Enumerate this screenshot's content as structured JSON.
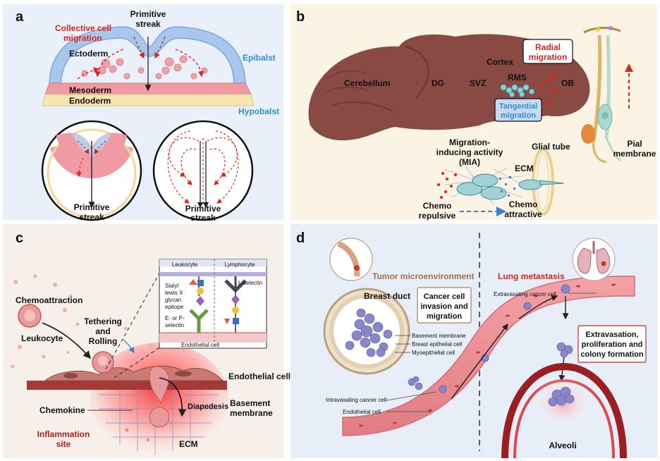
{
  "panel_a": {
    "letter": "a",
    "collective_line1": "Collective cell",
    "collective_line2": "migration",
    "primitive_streak_top_1": "Primitive",
    "primitive_streak_top_2": "streak",
    "ectoderm": "Ectoderm",
    "epiblast": "Epibalst",
    "mesoderm": "Mesoderm",
    "endoderm": "Endoderm",
    "hypoblast": "Hypobalst",
    "circle1_label_1": "Primitive",
    "circle1_label_2": "streak",
    "circle2_label_1": "Primitive",
    "circle2_label_2": "streak"
  },
  "panel_b": {
    "letter": "b",
    "cerebellum": "Cerebellum",
    "cortex": "Cortex",
    "dg": "DG",
    "svz": "SVZ",
    "rms": "RMS",
    "ob": "OB",
    "radial_1": "Radial",
    "radial_2": "migration",
    "tangential_1": "Tangential",
    "tangential_2": "migration",
    "pial_1": "Pial",
    "pial_2": "membrane",
    "mia_1": "Migration-",
    "mia_2": "inducing activity",
    "mia_3": "(MIA)",
    "glial_tube": "Glial tube",
    "ecm": "ECM",
    "chemo_rep_1": "Chemo",
    "chemo_rep_2": "repulsive",
    "chemo_att_1": "Chemo",
    "chemo_att_2": "attractive"
  },
  "panel_c": {
    "letter": "c",
    "chemoattraction": "Chemoattraction",
    "leukocyte": "Leukocyte",
    "tethering_1": "Tethering",
    "tethering_2": "and",
    "tethering_3": "Rolling",
    "endothelial_cell": "Endothelial cell",
    "chemokine": "Chemokine",
    "diapedesis": "Diapedesis",
    "basement_1": "Basement",
    "basement_2": "membrane",
    "inflammation_1": "Inflammation",
    "inflammation_2": "site",
    "ecm": "ECM",
    "inset": {
      "leukocyte": "Leukocyte",
      "lymphocyte": "Lymphocyte",
      "sialyl_1": "Sialyl",
      "sialyl_2": "lewis X",
      "sialyl_3": "glycan",
      "sialyl_4": "epitope",
      "eorp_1": "E- or P-",
      "eorp_2": "selectin",
      "lselectin": "L-selectin",
      "endothelial": "Endothelial cell"
    }
  },
  "panel_d": {
    "letter": "d",
    "tumor_micro": "Tumor microenvironment",
    "lung_meta": "Lung metastasis",
    "breast_duct": "Breast duct",
    "invasion_1": "Cancer cell",
    "invasion_2": "invasion and",
    "invasion_3": "migration",
    "basement": "Basement membrane",
    "breast_epi": "Breast epithelial cell",
    "myoepi": "Myoepithelial cell",
    "extravasating": "Extravasating cancer cell",
    "extrav_box_1": "Extravasation,",
    "extrav_box_2": "proliferation and",
    "extrav_box_3": "colony formation",
    "intravasating": "Intravasating cancer cell",
    "endothelial": "Endothelial cell",
    "alveoli": "Alveoli"
  },
  "colors": {
    "red_label": "#d9251d",
    "blue_label": "#2f8fd8",
    "brain": "#8a4a44",
    "vessel": "#e8838a",
    "tumor": "#8a86c9"
  }
}
